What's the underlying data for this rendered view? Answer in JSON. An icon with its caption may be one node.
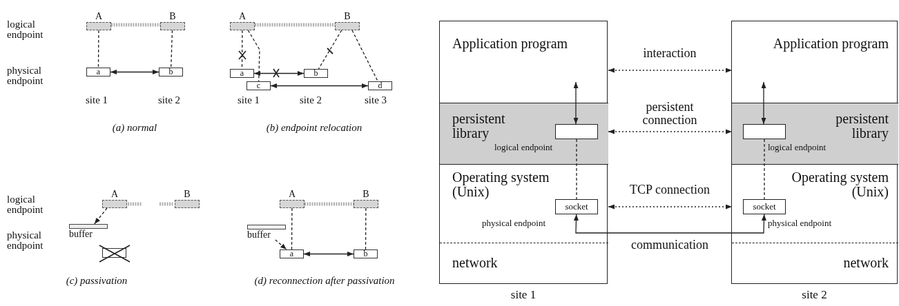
{
  "diagram": {
    "nodes": [
      {
        "text": [
          "A"
        ]
      },
      {
        "text": [
          "B"
        ]
      },
      {
        "text": [
          "a"
        ],
        "beside": [
          "site 1"
        ]
      },
      {
        "text": [
          "b"
        ],
        "beside": [
          "site 2"
        ]
      },
      {
        "text": [
          "A"
        ]
      },
      {
        "text": [
          "B"
        ]
      },
      {
        "text": [
          "a"
        ]
      },
      {
        "text": [
          "b"
        ],
        "beside": [
          "site 2"
        ]
      },
      {
        "text": [
          "c"
        ],
        "beside": [
          "site 1"
        ]
      },
      {
        "text": [
          "d"
        ],
        "beside": [
          "site 3"
        ]
      },
      {
        "text": [
          "A"
        ]
      },
      {
        "text": [
          "B"
        ]
      },
      {
        "text": [
          "buffer"
        ]
      },
      {
        "text": [],
        "shape": "box"
      },
      {
        "text": [
          "A"
        ]
      },
      {
        "text": [
          "B"
        ]
      },
      {
        "text": [
          "buffer"
        ]
      },
      {
        "text": [
          "a"
        ]
      },
      {
        "text": [
          "b"
        ]
      },
      {
        "text": [
          "site 1"
        ]
      },
      {
        "text": [
          "Application program"
        ],
        "in": 19
      },
      {
        "text": [
          "persistent library"
        ],
        "in": 19
      },
      {
        "text": [],
        "shape": "box",
        "in": 21,
        "beside": [
          "logical endpoint"
        ]
      },
      {
        "text": [
          "Operating system (Unix)"
        ],
        "in": 19
      },
      {
        "text": [
          "socket"
        ],
        "in": 23,
        "beside": [
          "physical endpoint"
        ]
      },
      {
        "text": [
          "network"
        ],
        "in": 19
      },
      {
        "text": [
          "site 2"
        ]
      },
      {
        "text": [
          "Application program"
        ],
        "in": 26
      },
      {
        "text": [
          "persistent library"
        ],
        "in": 26
      },
      {
        "text": [],
        "shape": "box",
        "in": 28,
        "beside": [
          "logical endpoint"
        ]
      },
      {
        "text": [
          "Operating system (Unix)"
        ],
        "in": 26
      },
      {
        "text": [
          "socket"
        ],
        "in": 30,
        "beside": [
          "physical endpoint"
        ]
      },
      {
        "text": [
          "network"
        ],
        "in": 26
      }
    ],
    "edges": [
      {
        "from": 0,
        "to": 1,
        "arrow": "none",
        "style": "dashed",
        "color": "#b0b0b0"
      },
      {
        "from": 0,
        "to": 2,
        "arrow": "none",
        "style": "dashed"
      },
      {
        "from": 1,
        "to": 3,
        "arrow": "none",
        "style": "dashed"
      },
      {
        "from": 2,
        "to": 3,
        "arrow": "both"
      },
      {
        "from": 4,
        "to": 5,
        "arrow": "none",
        "style": "dashed",
        "color": "#b0b0b0"
      },
      {
        "from": 4,
        "to": 6,
        "arrow": "none",
        "style": "dashed"
      },
      {
        "from": 4,
        "to": 8,
        "arrow": "none",
        "style": "dashed"
      },
      {
        "from": 6,
        "to": 7,
        "arrow": "both"
      },
      {
        "from": 5,
        "to": 7,
        "arrow": "none",
        "style": "dashed"
      },
      {
        "from": 5,
        "to": 9,
        "arrow": "none",
        "style": "dashed"
      },
      {
        "from": 8,
        "to": 9,
        "arrow": "both"
      },
      {
        "from": 10,
        "to": 12,
        "arrow": "to",
        "style": "dashed"
      },
      {
        "from": 14,
        "to": 15,
        "arrow": "none",
        "style": "dashed",
        "color": "#b0b0b0"
      },
      {
        "from": 14,
        "to": 17,
        "arrow": "none",
        "style": "dashed"
      },
      {
        "from": 15,
        "to": 18,
        "arrow": "none",
        "style": "dashed"
      },
      {
        "from": 16,
        "to": 17,
        "arrow": "to",
        "style": "dashed"
      },
      {
        "from": 17,
        "to": 18,
        "arrow": "both"
      },
      {
        "from": 20,
        "to": 27,
        "arrow": "both",
        "style": "dashed",
        "label": "interaction"
      },
      {
        "from": 21,
        "to": 28,
        "arrow": "both",
        "style": "dashed",
        "label": "persistent connection"
      },
      {
        "from": 23,
        "to": 30,
        "arrow": "both",
        "style": "dashed",
        "label": "TCP connection"
      },
      {
        "from": 24,
        "to": 31,
        "arrow": "both",
        "label": "communication"
      },
      {
        "from": 22,
        "to": 20,
        "arrow": "both"
      },
      {
        "from": 22,
        "to": 24,
        "arrow": "none",
        "style": "dashed"
      },
      {
        "from": 29,
        "to": 27,
        "arrow": "both"
      },
      {
        "from": 29,
        "to": 31,
        "arrow": "none",
        "style": "dashed"
      }
    ],
    "labels": [
      "logical endpoint",
      "physical endpoint",
      "(a) normal",
      "(b) endpoint relocation",
      "logical endpoint",
      "physical endpoint",
      "(c) passivation",
      "(d) reconnection after passivation"
    ]
  }
}
